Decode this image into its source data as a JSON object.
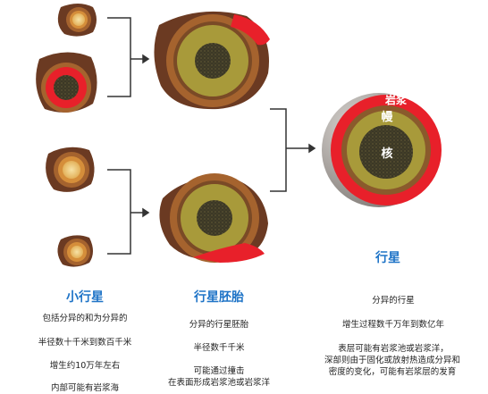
{
  "labels": {
    "magma": "岩浆",
    "mantle": "幔",
    "core": "核"
  },
  "columns": {
    "planetesimal": {
      "title": "小行星",
      "lines": [
        "包括分异的和为分异的",
        "半径数十千米到数百千米",
        "增生约10万年左右",
        "内部可能有岩浆海"
      ]
    },
    "embryo": {
      "title": "行星胚胎",
      "lines": [
        "分异的行星胚胎",
        "半径数千千米",
        "可能通过撞击",
        "在表面形成岩浆池或岩浆洋"
      ]
    },
    "planet": {
      "title": "行星",
      "lines": [
        "分异的行星",
        "增生过程数千万年到数亿年",
        "表层可能有岩浆池或岩浆洋，",
        "深部则由于固化或放射热造成分异和",
        "密度的变化，可能有岩浆层的发育"
      ]
    }
  },
  "colors": {
    "magma": "#e8202a",
    "crust_dark": "#6b3a22",
    "crust_brown": "#a5632e",
    "mantle_olive": "#a89a3a",
    "core_dark": "#3c3826",
    "arrow": "#333333",
    "title_blue": "#1f74c7"
  }
}
